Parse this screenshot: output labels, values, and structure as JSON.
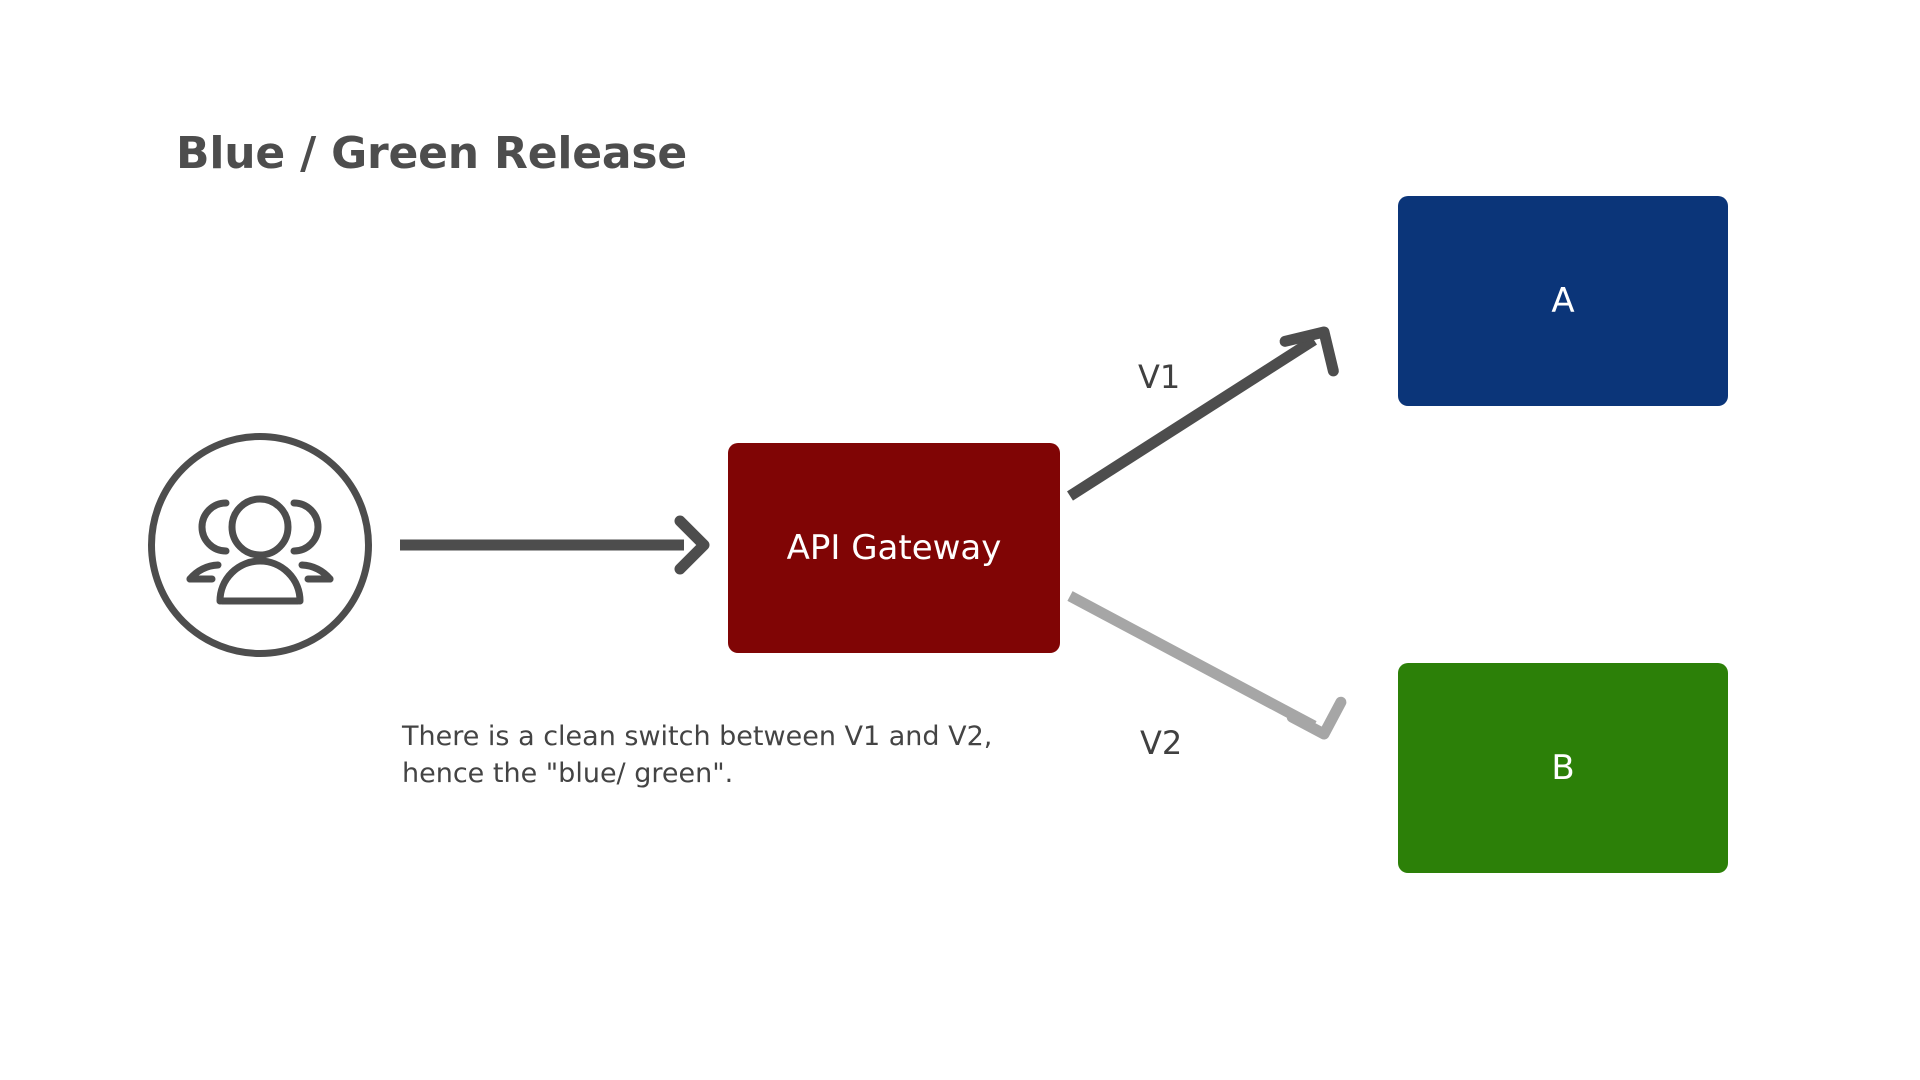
{
  "slide": {
    "title": "Blue / Green Release",
    "background_color": "#ffffff",
    "title_color": "#4d4d4d"
  },
  "actor": {
    "icon_name": "users-icon",
    "label": ""
  },
  "nodes": [
    {
      "id": "gateway",
      "label": "API Gateway",
      "fill": "#800505",
      "text_color": "#ffffff"
    },
    {
      "id": "service-a",
      "label": "A",
      "fill": "#0b3579",
      "text_color": "#ffffff"
    },
    {
      "id": "service-b",
      "label": "B",
      "fill": "#2c8008",
      "text_color": "#ffffff"
    }
  ],
  "edges": [
    {
      "id": "user-to-gateway",
      "label": "",
      "color": "#4d4d4d"
    },
    {
      "id": "gateway-to-a",
      "label": "V1",
      "color": "#4d4d4d",
      "label_color": "#404040"
    },
    {
      "id": "gateway-to-b",
      "label": "V2",
      "color": "#a6a6a6",
      "label_color": "#404040"
    }
  ],
  "caption": {
    "text": "There is a clean switch between V1 and V2, hence the \"blue/ green\".",
    "color": "#444444"
  }
}
